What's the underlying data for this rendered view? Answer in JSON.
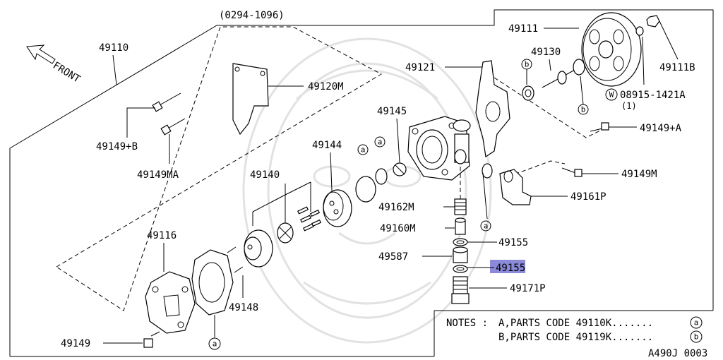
{
  "diagram": {
    "date_range": "(0294-1096)",
    "front_label": "FRONT",
    "labels": {
      "p49110": "49110",
      "p49120M": "49120M",
      "p49149B": "49149+B",
      "p49149MA": "49149MA",
      "p49144": "49144",
      "p49145": "49145",
      "p49140": "49140",
      "p49121": "49121",
      "p49111": "49111",
      "p49130": "49130",
      "p49111B": "49111B",
      "w08915": "08915-1421A",
      "w08915_qty": "(1)",
      "w_marker": "W",
      "p49149A": "49149+A",
      "p49149M": "49149M",
      "p49161P": "49161P",
      "p49162M": "49162M",
      "p49160M": "49160M",
      "p49155_top": "49155",
      "p49587": "49587",
      "p49155_bottom": "49155",
      "p49171P": "49171P",
      "p49116": "49116",
      "p49148": "49148",
      "p49149": "49149"
    },
    "markers": {
      "a": "a",
      "b": "b"
    },
    "notes": {
      "prefix": "NOTES :",
      "line_a": "A,PARTS CODE 49110K.......",
      "line_b": "B,PARTS CODE 49119K.......",
      "marker_a": "a",
      "marker_b": "b"
    },
    "figure_code": "A490J 0003",
    "highlight_color": "#8a8ad8"
  }
}
